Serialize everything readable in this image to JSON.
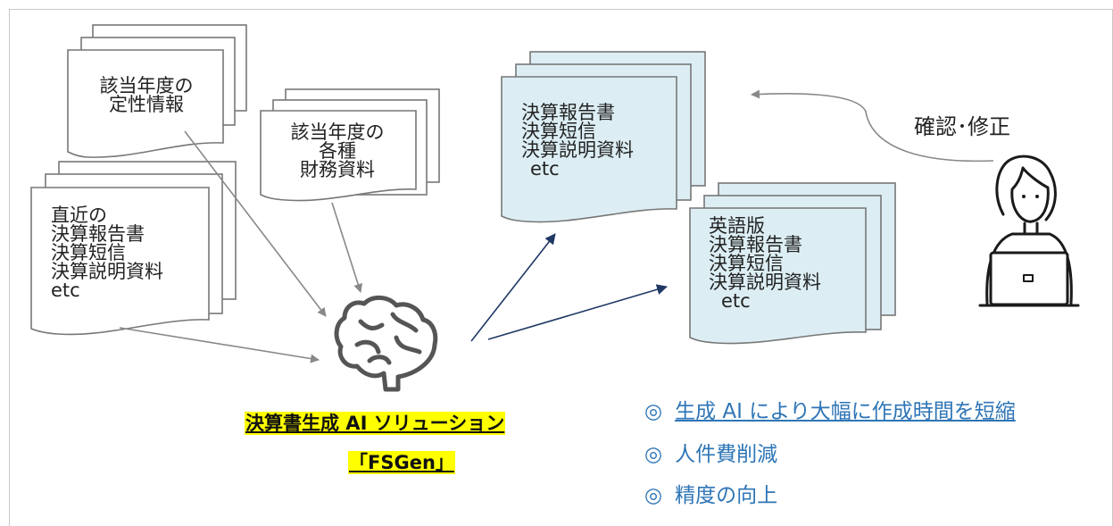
{
  "input_docs": {
    "qualitative": [
      "該当年度の",
      "定性情報"
    ],
    "financial": [
      "該当年度の",
      "各種",
      "財務資料"
    ],
    "prior": [
      "直近の",
      "決算報告書",
      "決算短信",
      "決算説明資料",
      "etc"
    ]
  },
  "output_docs": {
    "japanese": [
      "決算報告書",
      "決算短信",
      "決算説明資料",
      "etc"
    ],
    "english": [
      "英語版",
      "決算報告書",
      "決算短信",
      "決算説明資料",
      "etc"
    ]
  },
  "review_label": "確認･修正",
  "solution": {
    "title": "決算書生成 AI ソリューション",
    "name": "「FSGen」"
  },
  "benefits": [
    {
      "mark": "◎",
      "text": "生成 AI により大幅に作成時間を短縮"
    },
    {
      "mark": "◎",
      "text": "人件費削減"
    },
    {
      "mark": "◎",
      "text": "精度の向上"
    }
  ],
  "colors": {
    "output_doc_fill": "#dceef4",
    "benefit_text": "#2e75b6",
    "title_highlight": "#ffff00",
    "output_arrow": "#1f3864",
    "input_arrow": "#888888"
  },
  "icons": [
    "document-stack-icon",
    "brain-icon",
    "person-at-laptop-icon"
  ]
}
